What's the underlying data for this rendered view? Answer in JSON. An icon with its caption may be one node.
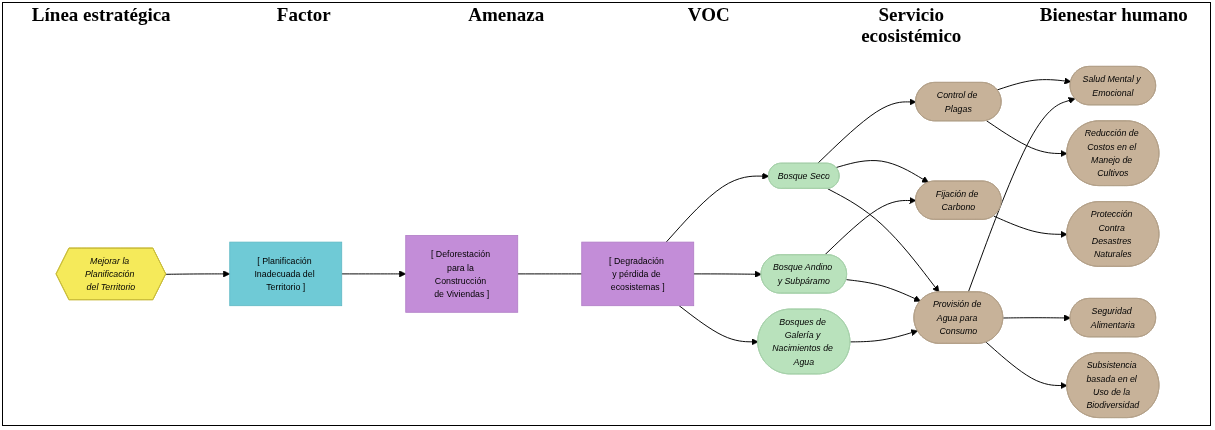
{
  "diagram": {
    "nodes": [
      {
        "text": [
          "Mejorar la Planificación del Territorio"
        ]
      },
      {
        "text": [
          "[ Planificación Inadecuada del Territorio ]"
        ]
      },
      {
        "text": [
          "[ Deforestación para la Construcción de Viviendas ]"
        ]
      },
      {
        "text": [
          "[ Degradación y pérdida de ecosistemas ]"
        ]
      },
      {
        "text": [
          "Bosque Seco"
        ]
      },
      {
        "text": [
          "Bosque Andino y Subpáramo"
        ]
      },
      {
        "text": [
          "Bosques de Galería y Nacimientos de Agua"
        ]
      },
      {
        "text": [
          "Control de Plagas"
        ]
      },
      {
        "text": [
          "Fijación de Carbono"
        ]
      },
      {
        "text": [
          "Provisión de Agua para Consumo"
        ]
      },
      {
        "text": [
          "Seguridad Alimentaria"
        ]
      },
      {
        "text": [
          "Salud Mental y Emocional"
        ]
      },
      {
        "text": [
          "Protección Contra Desastres Naturales"
        ]
      },
      {
        "text": [
          "Subsistencia basada en el Uso de la Biodiversidad"
        ]
      },
      {
        "text": [
          "Reducción de Costos en el Manejo de Cultivos"
        ]
      }
    ],
    "edges": [
      {
        "from": 0,
        "to": 1,
        "arrow": "to"
      },
      {
        "from": 1,
        "to": 2,
        "arrow": "to"
      },
      {
        "from": 2,
        "to": 3,
        "arrow": "none"
      },
      {
        "from": 3,
        "to": 4,
        "arrow": "to"
      },
      {
        "from": 3,
        "to": 5,
        "arrow": "to"
      },
      {
        "from": 3,
        "to": 6,
        "arrow": "to"
      },
      {
        "from": 4,
        "to": 7,
        "arrow": "to"
      },
      {
        "from": 4,
        "to": 8,
        "arrow": "to"
      },
      {
        "from": 4,
        "to": 9,
        "arrow": "to"
      },
      {
        "from": 5,
        "to": 8,
        "arrow": "to"
      },
      {
        "from": 5,
        "to": 9,
        "arrow": "to"
      },
      {
        "from": 6,
        "to": 9,
        "arrow": "to"
      },
      {
        "from": 7,
        "to": 11,
        "arrow": "to"
      },
      {
        "from": 7,
        "to": 14,
        "arrow": "to"
      },
      {
        "from": 8,
        "to": 12,
        "arrow": "to"
      },
      {
        "from": 9,
        "to": 10,
        "arrow": "to"
      },
      {
        "from": 9,
        "to": 11,
        "arrow": "to"
      },
      {
        "from": 9,
        "to": 13,
        "arrow": "to"
      }
    ],
    "labels": [
      "Línea estratégica",
      "Factor",
      "Amenaza",
      "VOC",
      "Servicio ecosistémico",
      "Bienestar humano"
    ]
  }
}
